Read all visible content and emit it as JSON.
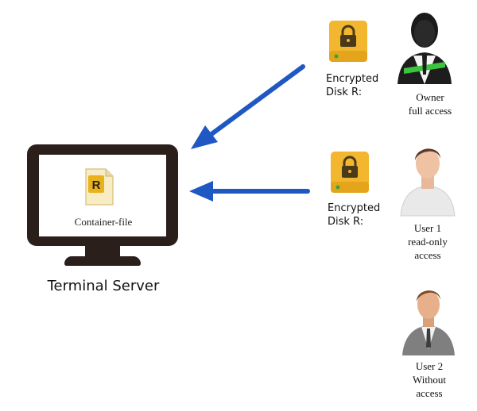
{
  "server": {
    "label": "Terminal Server",
    "file_label": "Container-file",
    "file_letter": "R"
  },
  "disks": [
    {
      "line1": "Encrypted",
      "line2": "Disk R:"
    },
    {
      "line1": "Encrypted",
      "line2": "Disk R:"
    }
  ],
  "users": [
    {
      "line1": "Owner",
      "line2": "full access",
      "line3": ""
    },
    {
      "line1": "User 1",
      "line2": "read-only",
      "line3": "access"
    },
    {
      "line1": "User 2",
      "line2": "Without",
      "line3": "access"
    }
  ],
  "colors": {
    "arrow": "#1f57c3",
    "monitor": "#2b1f1c",
    "disk": "#f2b62f",
    "owner_accent": "#3cc43c"
  }
}
